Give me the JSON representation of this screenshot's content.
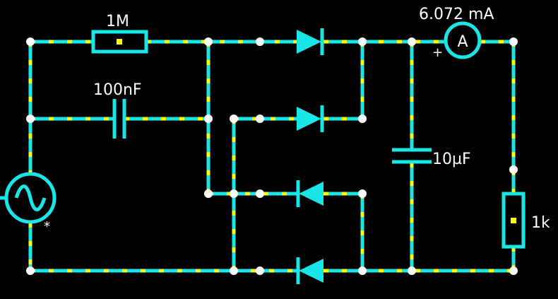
{
  "components": {
    "resistor_top": {
      "label": "1M"
    },
    "capacitor_left": {
      "label": "100nF"
    },
    "capacitor_right": {
      "label": "10µF"
    },
    "resistor_load": {
      "label": "1k"
    },
    "ammeter": {
      "reading": "6.072 mA",
      "symbol": "A",
      "polarity": "+"
    },
    "source": {
      "marker": "*"
    }
  },
  "colors": {
    "wire": "#19e6e6",
    "current_dots": "#ffff00",
    "nodes": "#ffffff",
    "background": "#000000"
  }
}
